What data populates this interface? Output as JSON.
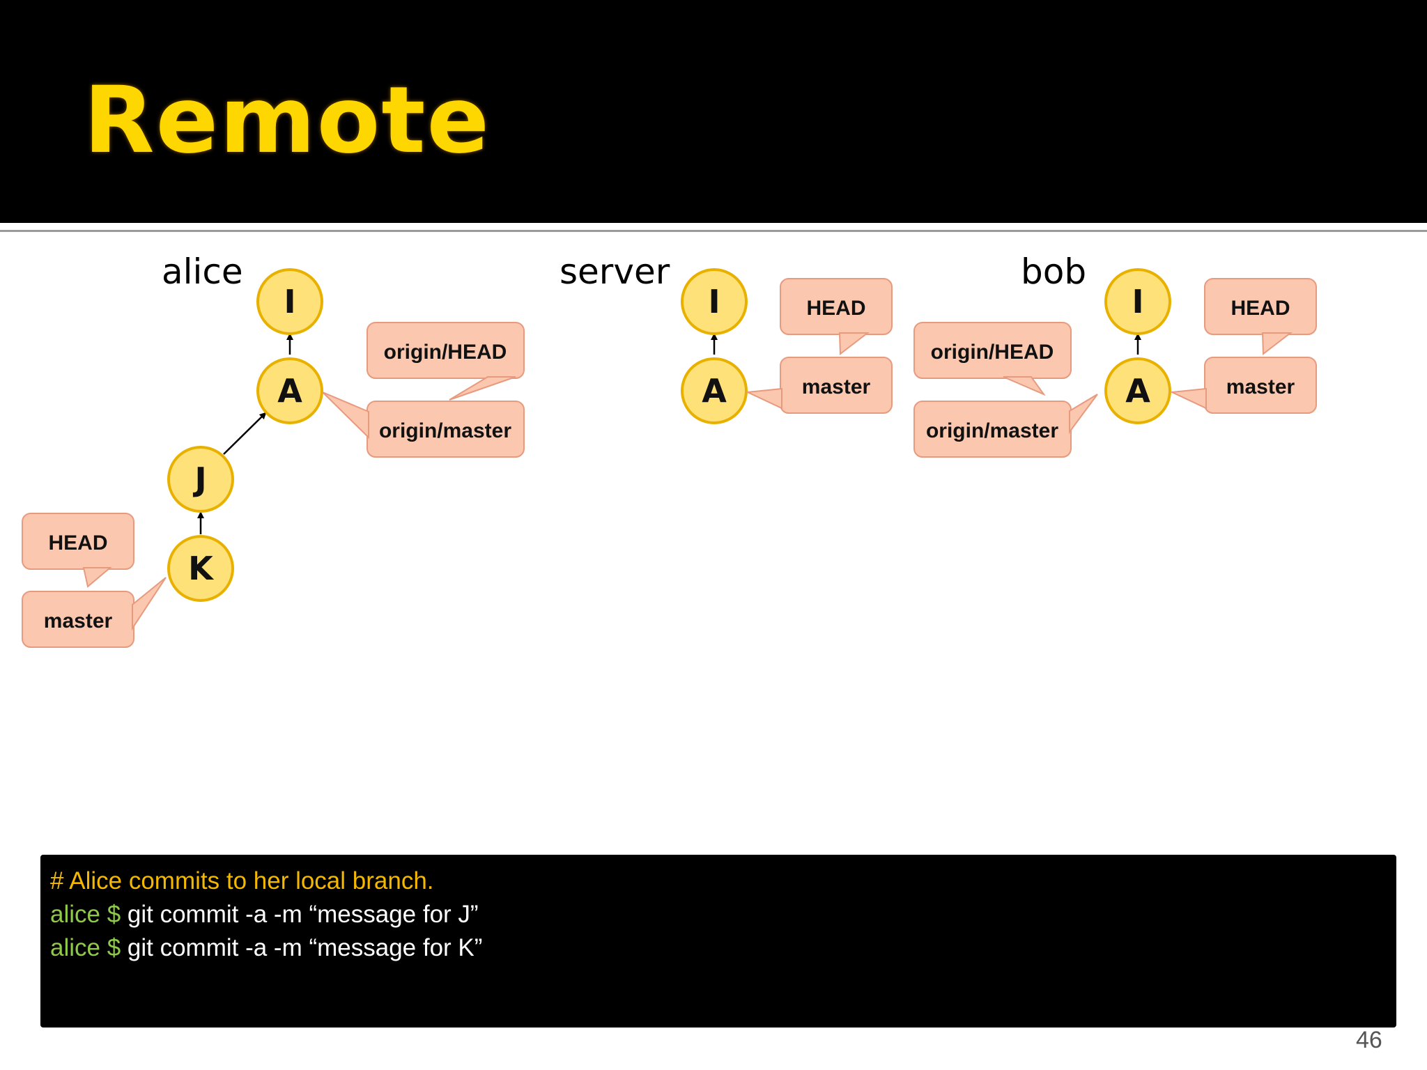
{
  "slide": {
    "title": "Remote",
    "page_number": "46"
  },
  "repos": [
    {
      "id": "alice",
      "label": "alice"
    },
    {
      "id": "server",
      "label": "server"
    },
    {
      "id": "bob",
      "label": "bob"
    }
  ],
  "commits": [
    {
      "repo": "alice",
      "id": "I",
      "label": "I"
    },
    {
      "repo": "alice",
      "id": "A",
      "label": "A"
    },
    {
      "repo": "alice",
      "id": "J",
      "label": "J"
    },
    {
      "repo": "alice",
      "id": "K",
      "label": "K"
    },
    {
      "repo": "server",
      "id": "I",
      "label": "I"
    },
    {
      "repo": "server",
      "id": "A",
      "label": "A"
    },
    {
      "repo": "bob",
      "id": "I",
      "label": "I"
    },
    {
      "repo": "bob",
      "id": "A",
      "label": "A"
    }
  ],
  "refs": [
    {
      "repo": "alice",
      "label": "origin/HEAD"
    },
    {
      "repo": "alice",
      "label": "origin/master"
    },
    {
      "repo": "alice",
      "label": "HEAD"
    },
    {
      "repo": "alice",
      "label": "master"
    },
    {
      "repo": "server",
      "label": "HEAD"
    },
    {
      "repo": "server",
      "label": "master"
    },
    {
      "repo": "bob",
      "label": "origin/HEAD"
    },
    {
      "repo": "bob",
      "label": "origin/master"
    },
    {
      "repo": "bob",
      "label": "HEAD"
    },
    {
      "repo": "bob",
      "label": "master"
    }
  ],
  "terminal": {
    "comment": "# Alice commits to her local branch.",
    "lines": [
      {
        "prompt": "alice $",
        "command": " git commit -a -m “message for J”"
      },
      {
        "prompt": "alice $",
        "command": " git commit -a -m “message for K”"
      }
    ]
  },
  "colors": {
    "title": "#ffd700",
    "commit_fill": "#ffe17a",
    "ref_fill": "#fbc7ae",
    "comment": "#f5b800",
    "prompt": "#8fc94a"
  }
}
